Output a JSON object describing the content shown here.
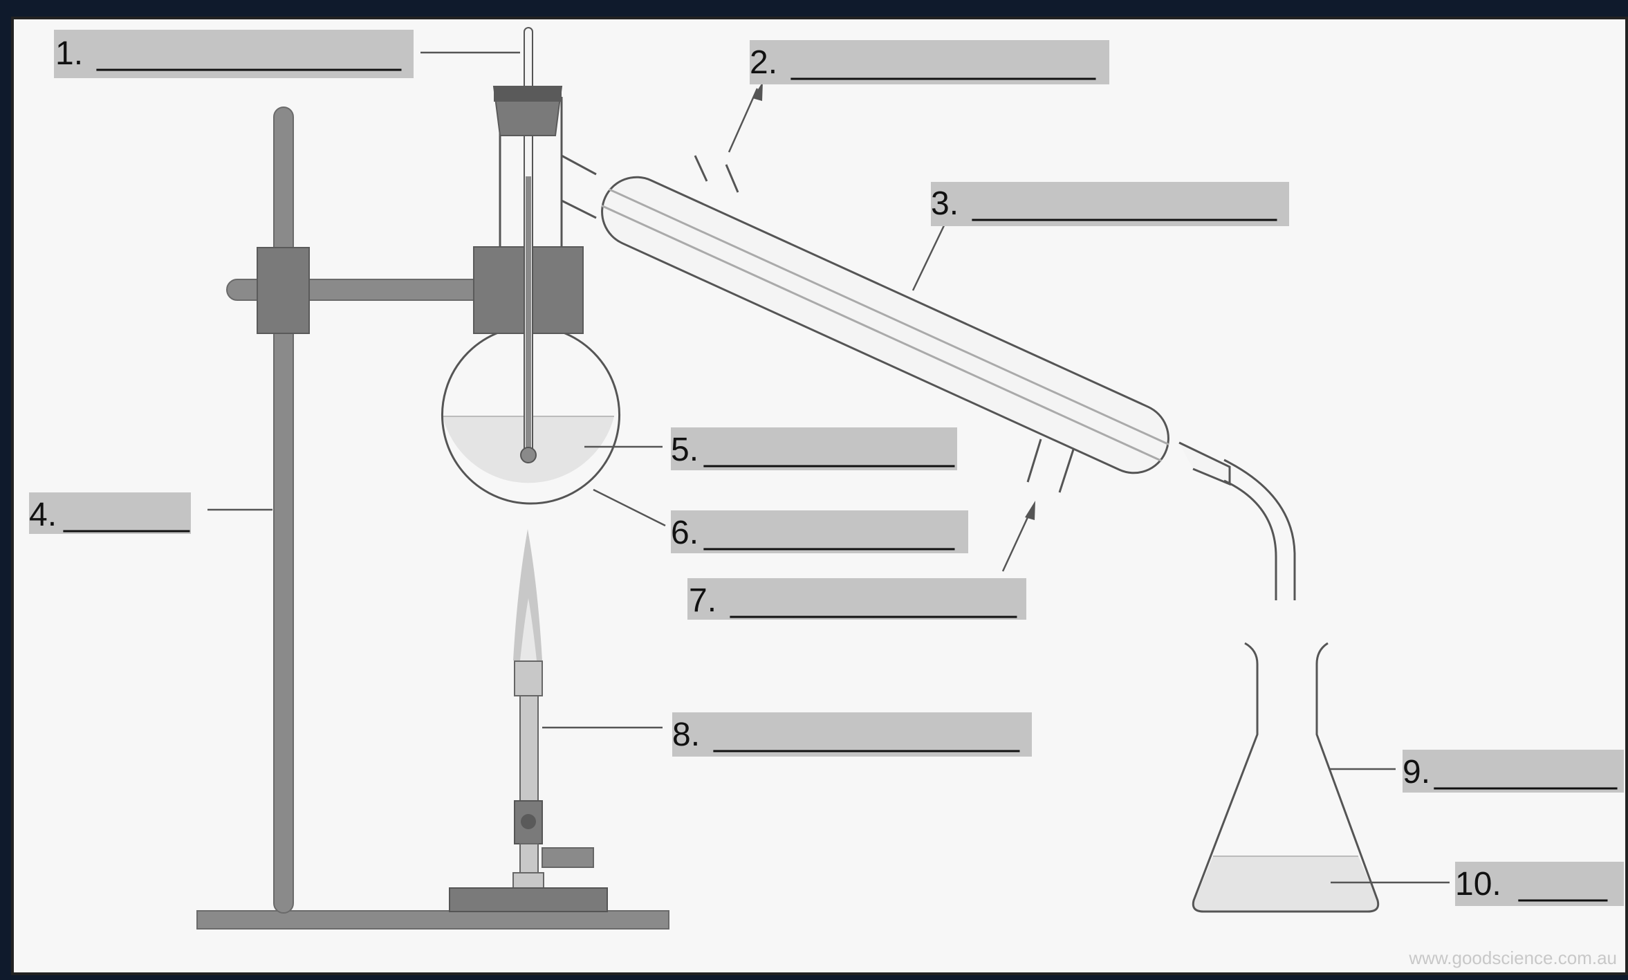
{
  "diagram": {
    "labels": [
      {
        "number": "1.",
        "blank": "___________________"
      },
      {
        "number": "2.",
        "blank": "___________________"
      },
      {
        "number": "3.",
        "blank": "___________________"
      },
      {
        "number": "4.",
        "blank": "________"
      },
      {
        "number": "5.",
        "blank": "_______________"
      },
      {
        "number": "6.",
        "blank": "_______________"
      },
      {
        "number": "7.",
        "blank": "__________________"
      },
      {
        "number": "8.",
        "blank": "___________________"
      },
      {
        "number": "9.",
        "blank": "__________"
      },
      {
        "number": "10.",
        "blank": "_____"
      }
    ],
    "watermark": "www.goodscience.com.au"
  },
  "colors": {
    "background": "#f7f7f7",
    "label_box": "#c4c4c4",
    "equipment": "#8a8a8a",
    "equipment_dark": "#5a5a5a",
    "line": "#555555",
    "liquid": "#e4e4e4"
  }
}
